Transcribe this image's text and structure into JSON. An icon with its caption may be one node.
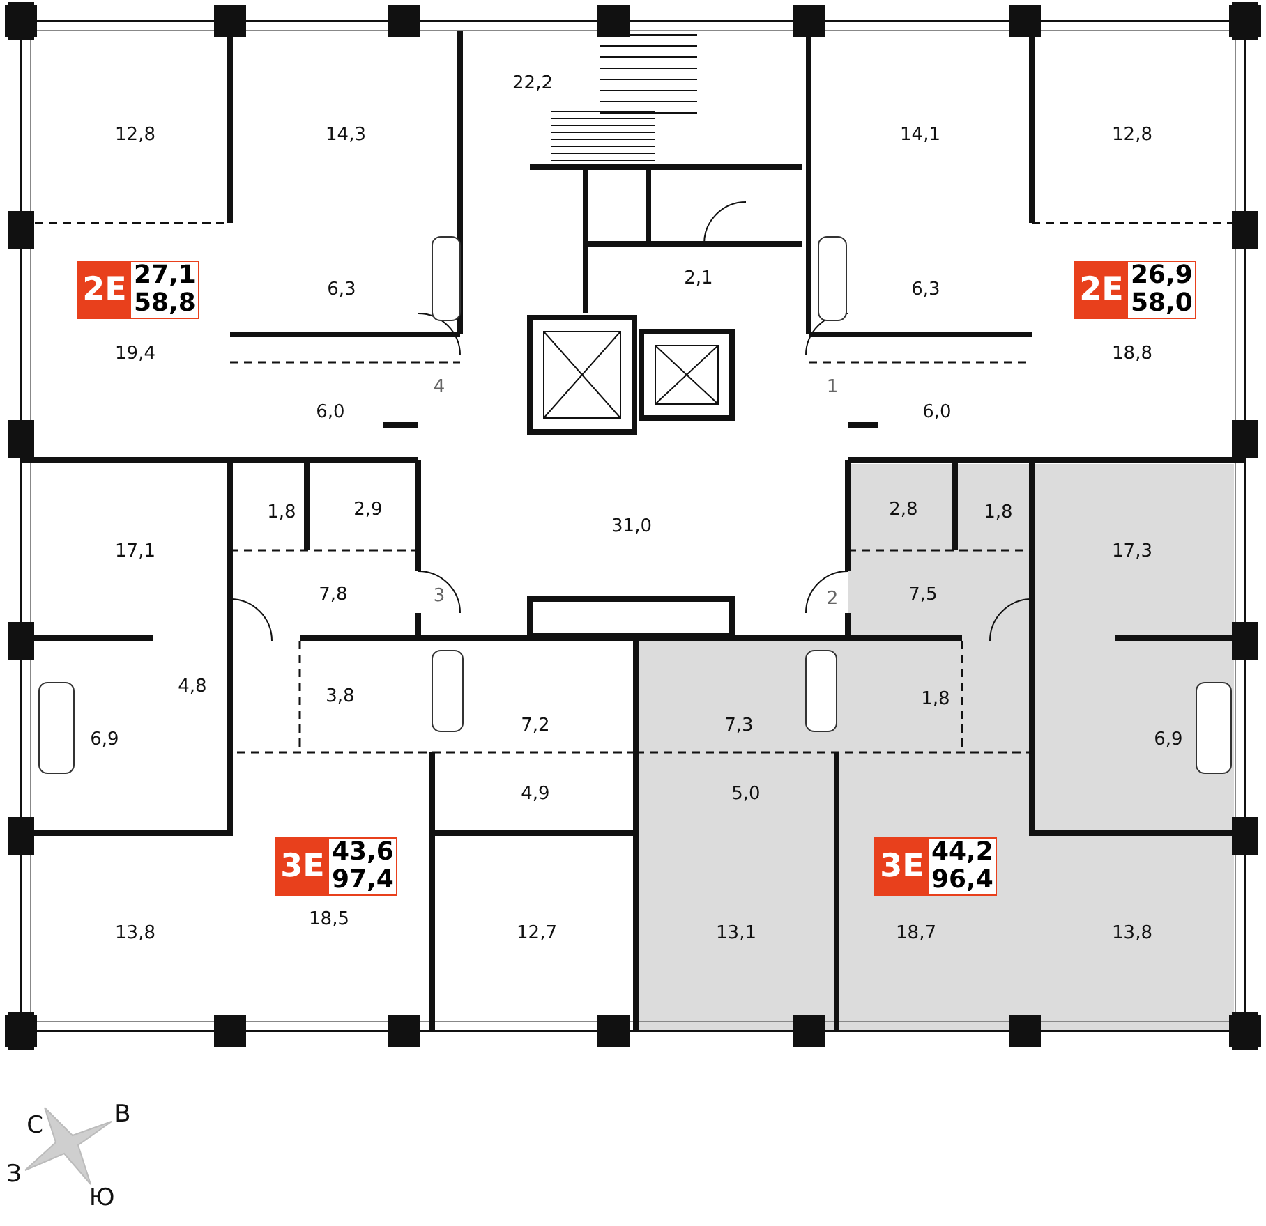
{
  "diagram": {
    "nodes": [
      {
        "text": [
          "2Е",
          "27,1",
          "58,8"
        ]
      },
      {
        "text": [
          "2Е",
          "26,9",
          "58,0"
        ]
      },
      {
        "text": [
          "3Е",
          "43,6",
          "97,4"
        ]
      },
      {
        "text": [
          "3Е",
          "44,2",
          "96,4"
        ]
      }
    ],
    "labels": [
      "22,2",
      "12,8",
      "14,3",
      "14,1",
      "12,8",
      "2,1",
      "6,3",
      "6,3",
      "19,4",
      "18,8",
      "4",
      "1",
      "6,0",
      "6,0",
      "1,8",
      "2,9",
      "2,8",
      "1,8",
      "31,0",
      "17,1",
      "17,3",
      "7,8",
      "3",
      "2",
      "7,5",
      "4,8",
      "3,8",
      "1,8",
      "6,9",
      "7,2",
      "7,3",
      "6,9",
      "4,9",
      "5,0",
      "13,8",
      "18,5",
      "12,7",
      "13,1",
      "18,7",
      "13,8",
      "С",
      "В",
      "З",
      "Ю"
    ]
  }
}
